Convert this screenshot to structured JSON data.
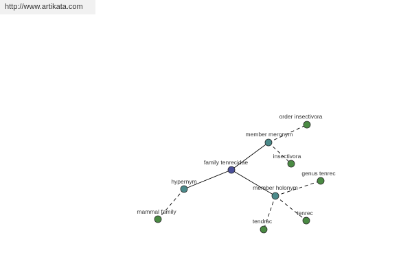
{
  "banner": {
    "url_text": "http://www.artikata.com"
  },
  "graph": {
    "colors": {
      "center_node": "#4a4f9a",
      "relation_node": "#4b8a8a",
      "leaf_node": "#4a8a43",
      "node_stroke": "#2a2a2a",
      "edge": "#000000",
      "label": "#333333"
    },
    "nodes": [
      {
        "id": "family_tenrecidae",
        "label": "family tenrecidae",
        "kind": "center"
      },
      {
        "id": "member_meronym",
        "label": "member meronym",
        "kind": "relation"
      },
      {
        "id": "hypernym",
        "label": "hypernym",
        "kind": "relation"
      },
      {
        "id": "member_holonym",
        "label": "member holonym",
        "kind": "relation"
      },
      {
        "id": "order_insectivora",
        "label": "order insectivora",
        "kind": "leaf"
      },
      {
        "id": "insectivora",
        "label": "insectivora",
        "kind": "leaf"
      },
      {
        "id": "mammal_family",
        "label": "mammal family",
        "kind": "leaf"
      },
      {
        "id": "genus_tenrec",
        "label": "genus tenrec",
        "kind": "leaf"
      },
      {
        "id": "tendrac",
        "label": "tendrac",
        "kind": "leaf"
      },
      {
        "id": "tenrec",
        "label": "tenrec",
        "kind": "leaf"
      }
    ],
    "edges": [
      {
        "from": "family_tenrecidae",
        "to": "member_meronym",
        "style": "solid"
      },
      {
        "from": "family_tenrecidae",
        "to": "hypernym",
        "style": "solid"
      },
      {
        "from": "family_tenrecidae",
        "to": "member_holonym",
        "style": "solid"
      },
      {
        "from": "member_meronym",
        "to": "order_insectivora",
        "style": "dashed"
      },
      {
        "from": "member_meronym",
        "to": "insectivora",
        "style": "dashed"
      },
      {
        "from": "hypernym",
        "to": "mammal_family",
        "style": "dashed"
      },
      {
        "from": "member_holonym",
        "to": "genus_tenrec",
        "style": "dashed"
      },
      {
        "from": "member_holonym",
        "to": "tendrac",
        "style": "dashed"
      },
      {
        "from": "member_holonym",
        "to": "tenrec",
        "style": "dashed"
      }
    ]
  }
}
